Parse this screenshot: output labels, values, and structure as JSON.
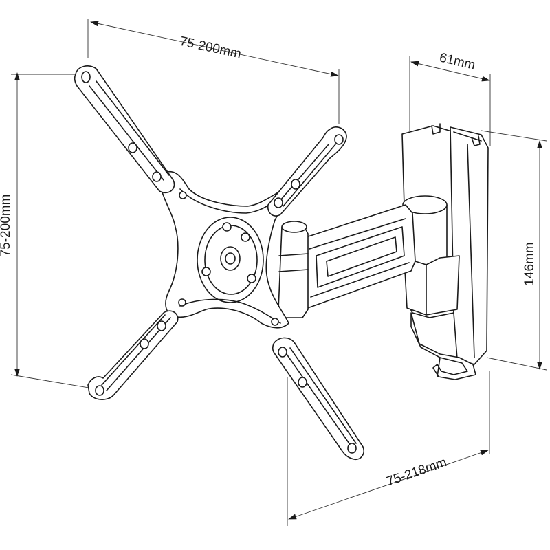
{
  "dimensions": {
    "top_width": "75-200mm",
    "left_height": "75-200mm",
    "depth": "61mm",
    "plate_height": "146mm",
    "extension": "75-218mm"
  },
  "colors": {
    "line": "#1a1a1a",
    "background": "#ffffff"
  }
}
